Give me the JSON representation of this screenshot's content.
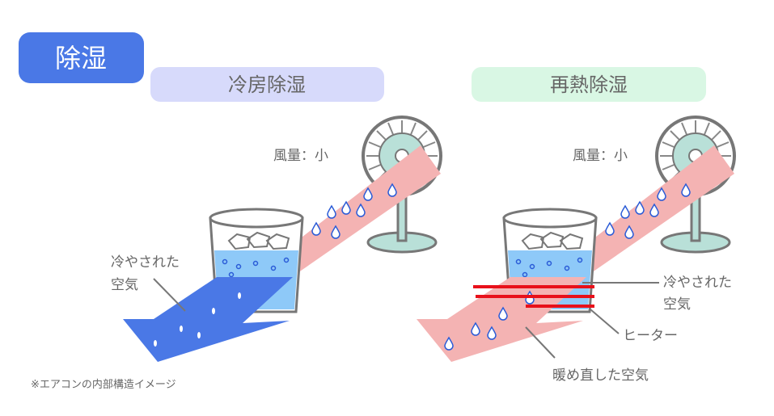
{
  "badge": {
    "label": "除湿",
    "color": "#4a78e6"
  },
  "panels": [
    {
      "title": "冷房除湿",
      "title_bg": "#d7dafb",
      "fan_label": "風量：小",
      "cooled_label_line1": "冷やされた",
      "cooled_label_line2": "空気"
    },
    {
      "title": "再熱除湿",
      "title_bg": "#d9f7e4",
      "fan_label": "風量：小",
      "cooled_label_line1": "冷やされた",
      "cooled_label_line2": "空気",
      "heater_label": "ヒーター",
      "reheated_label": "暖め直した空気"
    }
  ],
  "footnote": "※エアコンの内部構造イメージ",
  "colors": {
    "warm_air": "#f4b3b3",
    "cool_air": "#4a78e6",
    "water": "#8ec9f8",
    "fan": "#b9e0d8",
    "heater": "#e8101a"
  }
}
